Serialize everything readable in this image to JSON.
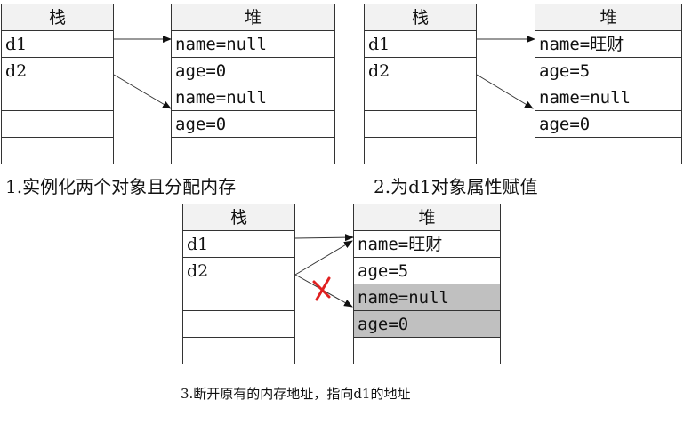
{
  "stack_header": "栈",
  "heap_header": "堆",
  "diagrams": [
    {
      "stack": [
        "d1",
        "d2",
        "",
        "",
        ""
      ],
      "heap": [
        "name=null",
        "age=0",
        "name=null",
        "age=0",
        ""
      ],
      "caption": "1.实例化两个对象且分配内存"
    },
    {
      "stack": [
        "d1",
        "d2",
        "",
        "",
        ""
      ],
      "heap": [
        "name=旺财",
        "age=5",
        "name=null",
        "age=0",
        ""
      ],
      "caption": "2.为d1对象属性赋值"
    },
    {
      "stack": [
        "d1",
        "d2",
        "",
        "",
        ""
      ],
      "heap": [
        "name=旺财",
        "age=5",
        "name=null",
        "age=0",
        ""
      ],
      "caption": "3.断开原有的内存地址，指向d1的地址"
    }
  ],
  "colors": {
    "gray_block": "#c0c0c0",
    "cross": "#e02020"
  }
}
